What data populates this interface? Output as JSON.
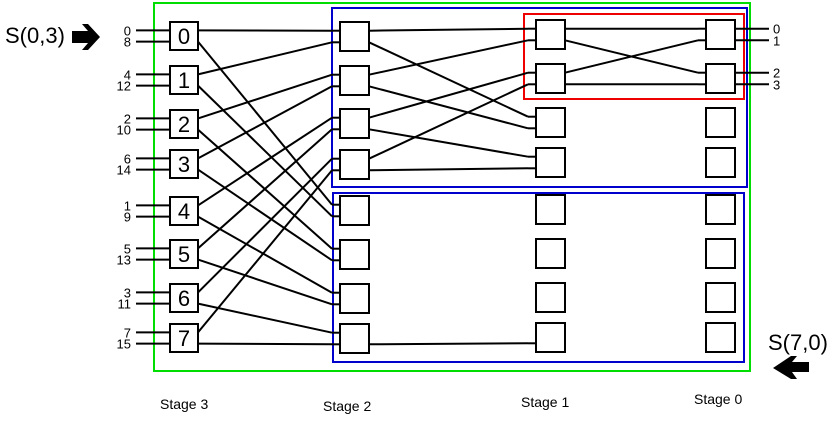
{
  "diagram": {
    "title": "Multistage switching network (recursive butterfly / Benes-type)",
    "source_marker": "S(0,3)",
    "dest_marker": "S(7,0)",
    "stage_labels": [
      "Stage 3",
      "Stage 2",
      "Stage 1",
      "Stage 0"
    ],
    "stage3_switch_labels": [
      "0",
      "1",
      "2",
      "3",
      "4",
      "5",
      "6",
      "7"
    ],
    "input_labels": [
      [
        "0",
        "8"
      ],
      [
        "4",
        "12"
      ],
      [
        "2",
        "10"
      ],
      [
        "6",
        "14"
      ],
      [
        "1",
        "9"
      ],
      [
        "5",
        "13"
      ],
      [
        "3",
        "11"
      ],
      [
        "7",
        "15"
      ]
    ],
    "output_labels": [
      "0",
      "1",
      "2",
      "3"
    ],
    "colors": {
      "outer_box": "#00dd00",
      "sub_network": "#0000cc",
      "highlight": "#ee0000",
      "wire": "#000000"
    },
    "stage3_to_stage2": [
      {
        "from": 0,
        "port": "top",
        "to": 0,
        "to_port": "top"
      },
      {
        "from": 0,
        "port": "bottom",
        "to": 4,
        "to_port": "top"
      },
      {
        "from": 1,
        "port": "top",
        "to": 0,
        "to_port": "bottom"
      },
      {
        "from": 1,
        "port": "bottom",
        "to": 4,
        "to_port": "bottom"
      },
      {
        "from": 2,
        "port": "top",
        "to": 1,
        "to_port": "top"
      },
      {
        "from": 2,
        "port": "bottom",
        "to": 5,
        "to_port": "top"
      },
      {
        "from": 3,
        "port": "top",
        "to": 1,
        "to_port": "bottom"
      },
      {
        "from": 3,
        "port": "bottom",
        "to": 5,
        "to_port": "bottom"
      },
      {
        "from": 4,
        "port": "top",
        "to": 2,
        "to_port": "top"
      },
      {
        "from": 4,
        "port": "bottom",
        "to": 6,
        "to_port": "top"
      },
      {
        "from": 5,
        "port": "top",
        "to": 2,
        "to_port": "bottom"
      },
      {
        "from": 5,
        "port": "bottom",
        "to": 6,
        "to_port": "bottom"
      },
      {
        "from": 6,
        "port": "top",
        "to": 3,
        "to_port": "top"
      },
      {
        "from": 6,
        "port": "bottom",
        "to": 7,
        "to_port": "top"
      },
      {
        "from": 7,
        "port": "top",
        "to": 3,
        "to_port": "bottom"
      },
      {
        "from": 7,
        "port": "bottom",
        "to": 7,
        "to_port": "bottom"
      }
    ],
    "stage2_to_stage1": [
      {
        "from": 0,
        "port": "top",
        "to": 0,
        "to_port": "top"
      },
      {
        "from": 0,
        "port": "bottom",
        "to": 2,
        "to_port": "top"
      },
      {
        "from": 1,
        "port": "top",
        "to": 0,
        "to_port": "bottom"
      },
      {
        "from": 1,
        "port": "bottom",
        "to": 2,
        "to_port": "bottom"
      },
      {
        "from": 2,
        "port": "top",
        "to": 1,
        "to_port": "top"
      },
      {
        "from": 2,
        "port": "bottom",
        "to": 3,
        "to_port": "top"
      },
      {
        "from": 3,
        "port": "top",
        "to": 1,
        "to_port": "bottom"
      },
      {
        "from": 3,
        "port": "bottom",
        "to": 3,
        "to_port": "bottom"
      },
      {
        "from": 7,
        "port": "bottom",
        "to": 7,
        "to_port": "bottom"
      }
    ],
    "stage1_to_stage0": [
      {
        "from": 0,
        "port": "top",
        "to": 0,
        "to_port": "top"
      },
      {
        "from": 0,
        "port": "bottom",
        "to": 1,
        "to_port": "top"
      },
      {
        "from": 1,
        "port": "top",
        "to": 0,
        "to_port": "bottom"
      },
      {
        "from": 1,
        "port": "bottom",
        "to": 1,
        "to_port": "bottom"
      }
    ]
  }
}
